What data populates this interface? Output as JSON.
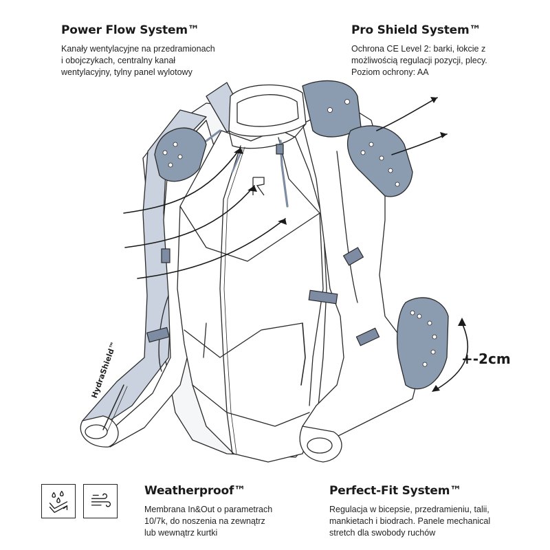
{
  "features": {
    "power_flow": {
      "title": "Power Flow System™",
      "lines": [
        "Kanały wentylacyjne na przedramionach",
        "i obojczykach, centralny kanał",
        "wentylacyjny, tylny panel wylotowy"
      ]
    },
    "pro_shield": {
      "title": "Pro Shield System™",
      "lines": [
        "Ochrona CE Level 2: barki, łokcie z",
        "możliwością regulacji pozycji, plecy.",
        "Poziom ochrony: AA"
      ]
    },
    "weatherproof": {
      "title": "Weatherproof™",
      "lines": [
        "Membrana In&Out o parametrach",
        "10/7k, do noszenia na zewnątrz",
        "lub wewnątrz kurtki"
      ]
    },
    "perfect_fit": {
      "title": "Perfect-Fit System™",
      "lines": [
        "Regulacja w bicepsie, przedramieniu, talii,",
        "mankietach i biodrach. Panele mechanical",
        "stretch dla swobody ruchów"
      ]
    }
  },
  "adjust_label": "+-2cm",
  "sleeve_brand": "HydraShield™",
  "icons": [
    "water-drops-icon",
    "wind-icon"
  ],
  "colors": {
    "protector": "#8b9bb0",
    "lining": "#c9d2de",
    "outline": "#2a2a2a",
    "strap": "#7d8ca3"
  }
}
